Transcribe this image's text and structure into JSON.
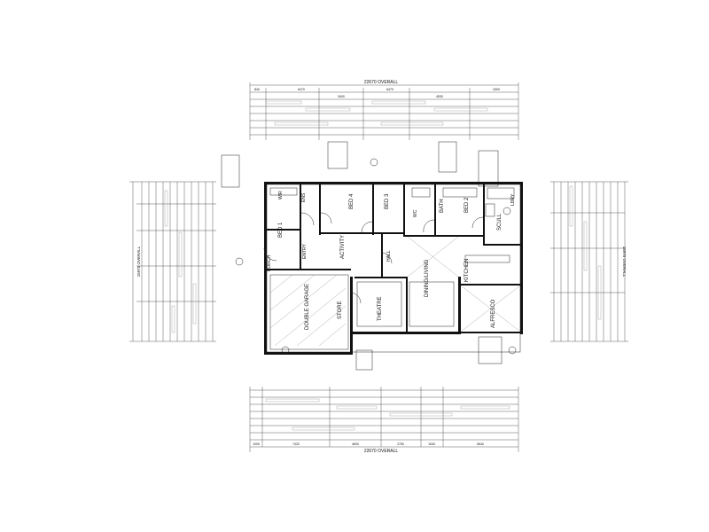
{
  "overall": {
    "top_label": "22670 OVERALL",
    "bottom_label": "22670 OVERALL",
    "left_label": "15970 OVERALL",
    "right_label": "15970 OVERALL"
  },
  "top_dims": [
    "840",
    "6470",
    "6470",
    "4300",
    "3400",
    "4530"
  ],
  "bottom_dims": [
    "1000",
    "7420",
    "4600",
    "2750",
    "1030",
    "5640"
  ],
  "rooms": {
    "bed1": "BED 1",
    "bed2": "BED 2",
    "bed3": "BED 3",
    "bed4": "BED 4",
    "bath": "BATH",
    "activity": "ACTIVITY",
    "wc": "WC",
    "theatre": "THEATRE",
    "store": "STORE",
    "double_garage": "DOUBLE GARAGE",
    "dining_living": "DINING/LIVING",
    "kitchen": "KITCHEN",
    "alfresco": "ALFRESCO",
    "scull": "SCULL",
    "ldry": "LDRY",
    "porch": "PORCH",
    "ens": "ENS",
    "wir": "WIR",
    "entry": "ENTRY",
    "hall": "HALL"
  }
}
